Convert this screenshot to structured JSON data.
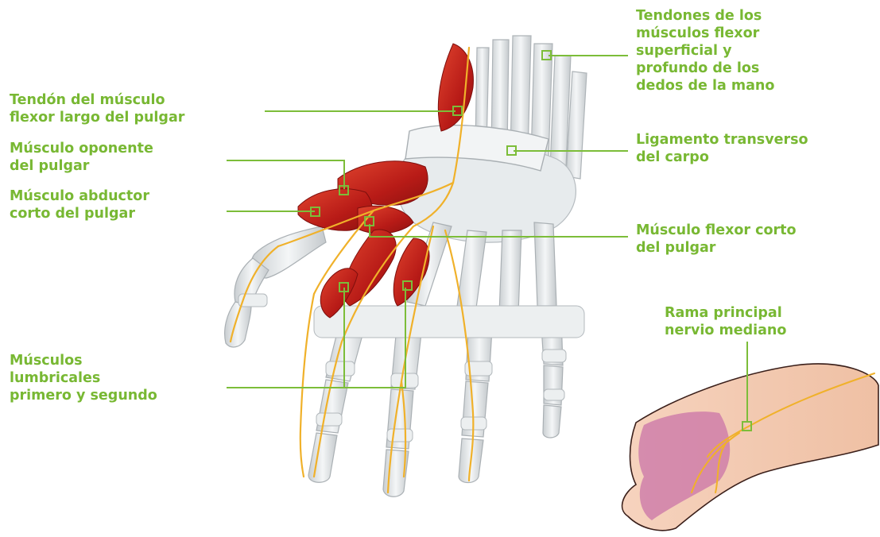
{
  "colors": {
    "label": "#78b833",
    "leader": "#7cbd39",
    "bone": "#dfe4e6",
    "tendon": "#eef0f1",
    "muscle": "#c8221c",
    "nerve": "#f0b12a",
    "skin": "#f3cdb5",
    "palm_highlight": "#c86da6"
  },
  "labels": {
    "tendones": [
      "Tendones de los",
      "músculos flexor",
      "superficial y",
      "profundo de los",
      "dedos de la mano"
    ],
    "flexor_largo": [
      "Tendón del músculo",
      "flexor largo del pulgar"
    ],
    "oponente": [
      "Músculo oponente",
      "del pulgar"
    ],
    "abductor": [
      "Músculo abductor",
      "corto del pulgar"
    ],
    "ligamento": [
      "Ligamento transverso",
      "del carpo"
    ],
    "flexor_corto": [
      "Músculo flexor corto",
      "del pulgar"
    ],
    "rama": [
      "Rama principal",
      "nervio mediano"
    ],
    "lumbricales": [
      "Músculos",
      "lumbricales",
      "primero y segundo"
    ]
  }
}
